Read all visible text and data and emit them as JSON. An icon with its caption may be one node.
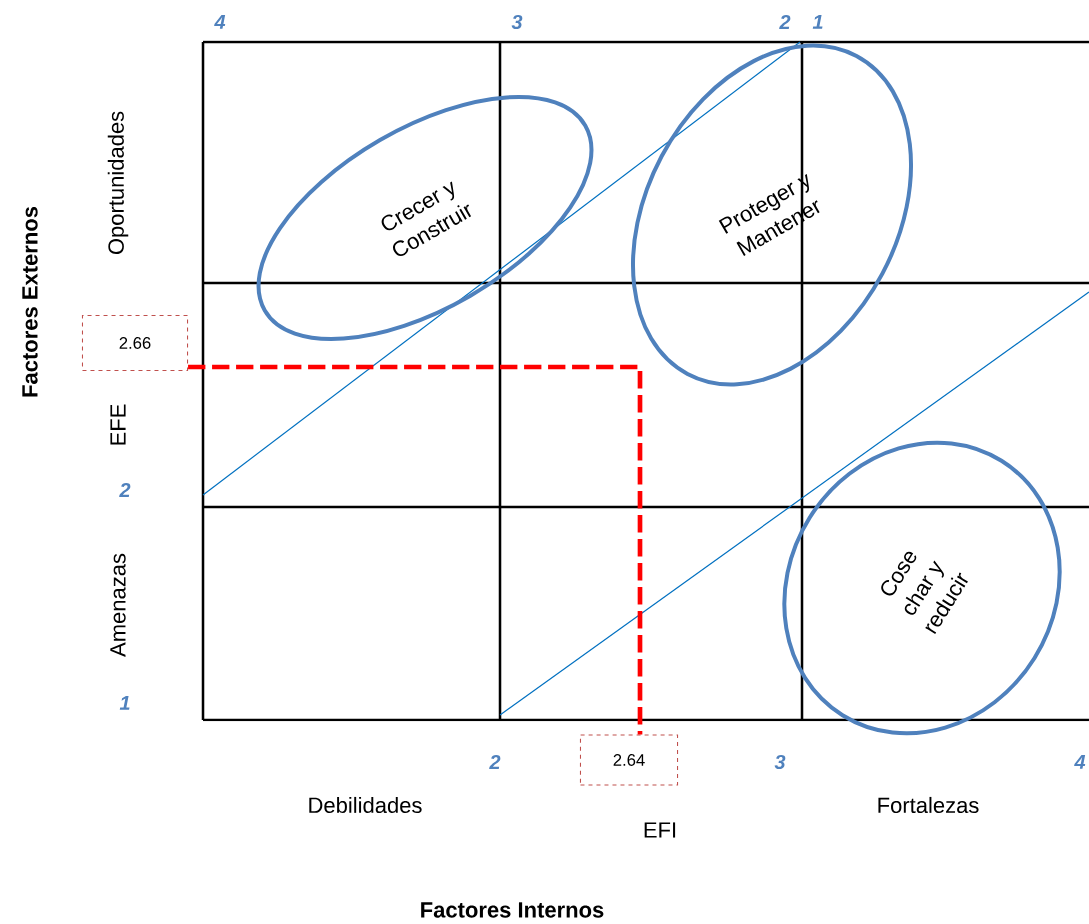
{
  "diagram": {
    "nodes": [
      {
        "text": [
          "Crecer y Construir"
        ]
      },
      {
        "text": [
          "Proteger y Mantener"
        ]
      },
      {
        "text": [
          "Cose char y reducir"
        ]
      },
      {
        "text": [
          "2.66"
        ]
      },
      {
        "text": [
          "2.64"
        ]
      }
    ],
    "edges": [
      {
        "from": 3,
        "to": 4,
        "arrow": "none",
        "style": "dashed",
        "color": "#ff0000"
      }
    ],
    "labels": [
      "4",
      "3",
      "2",
      "1",
      "Factores Externos",
      "Oportunidades",
      "EFE",
      "2",
      "Amenazas",
      "1",
      "2",
      "3",
      "4",
      "Debilidades",
      "Fortalezas",
      "EFI",
      "Factores Internos"
    ]
  }
}
